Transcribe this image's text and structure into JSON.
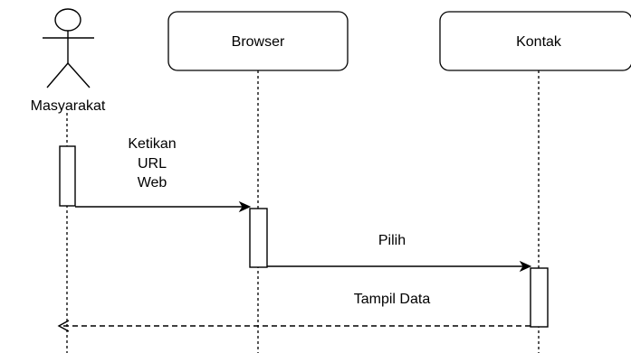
{
  "participants": {
    "actor": {
      "label": "Masyarakat"
    },
    "browser": {
      "label": "Browser"
    },
    "kontak": {
      "label": "Kontak"
    }
  },
  "messages": [
    {
      "from": "Masyarakat",
      "to": "Browser",
      "label_lines": [
        "Ketikan",
        "URL",
        "Web"
      ],
      "style": "solid"
    },
    {
      "from": "Browser",
      "to": "Kontak",
      "label": "Pilih",
      "style": "solid"
    },
    {
      "from": "Kontak",
      "to": "Masyarakat",
      "label": "Tampil Data",
      "style": "dashed"
    }
  ],
  "colors": {
    "stroke": "#000000",
    "background": "#ffffff"
  }
}
